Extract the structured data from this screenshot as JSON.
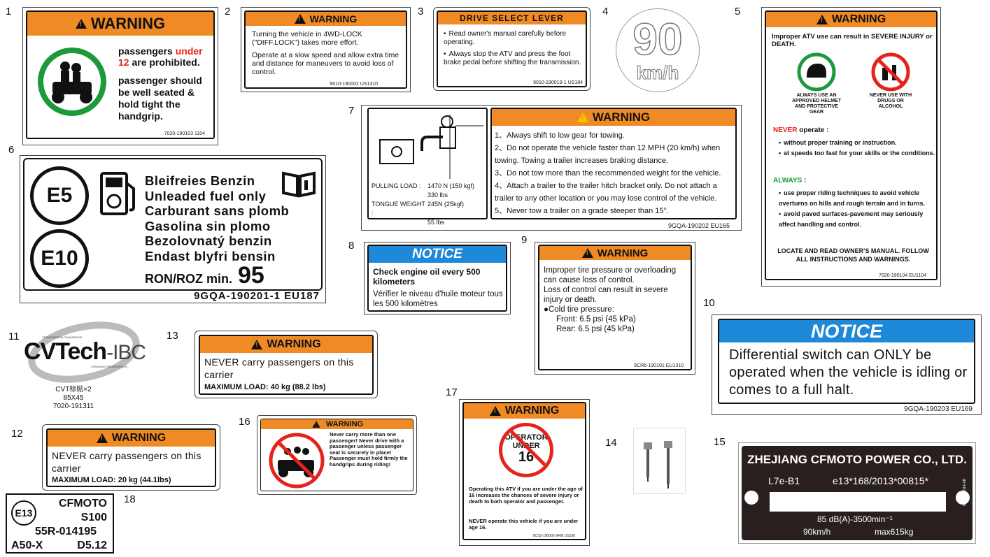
{
  "numbers": [
    "1",
    "2",
    "3",
    "4",
    "5",
    "6",
    "7",
    "8",
    "9",
    "10",
    "11",
    "12",
    "13",
    "14",
    "15",
    "16",
    "17",
    "18"
  ],
  "l1": {
    "header": "WARNING",
    "t1a": "passengers ",
    "t1b": "under",
    "t1c": "12",
    "t1d": " are prohibited.",
    "t2": "passenger should be well seated & hold tight the handgrip.",
    "code": "7020-190103   1104"
  },
  "l2": {
    "header": "WARNING",
    "p1": "Turning the vehicle in 4WD-LOCK (\"DIFF.LOCK\") takes more effort.",
    "p2": "Operate at a slow speed and allow extra time and distance for maneuvers to avoid loss of control.",
    "code": "9010-190002  US1310"
  },
  "l3": {
    "header": "DRIVE SELECT LEVER",
    "b1": "Read owner's manual carefully before operating.",
    "b2": "Always stop the ATV and press the foot brake pedal before shifting the transmission.",
    "code": "9010-190013-1  US184"
  },
  "l4": {
    "speed": "90",
    "unit": "km/h"
  },
  "l5": {
    "header": "WARNING",
    "intro": "Improper ATV use can result in SEVERE INJURY or DEATH.",
    "icon1": "ALWAYS USE AN APPROVED HELMET AND PROTECTIVE GEAR",
    "icon2": "NEVER USE WITH DRUGS OR ALCOHOL",
    "never_word": "NEVER",
    "never_rest": " operate :",
    "never_items": [
      "without proper training or instruction.",
      "at speeds too fast for your skills or the conditions."
    ],
    "always_word": "ALWAYS",
    "always_rest": " :",
    "always_items": [
      "use proper riding techniques to avoid vehicle overturns on hills and rough terrain and in turns.",
      "avoid paved surfaces-pavement may seriously affect handling and control."
    ],
    "footer": "LOCATE AND READ OWNER'S MANUAL. FOLLOW ALL INSTRUCTIONS AND WARNINGS.",
    "code": "7020-190104   EU1104"
  },
  "l6": {
    "e5": "E5",
    "e10": "E10",
    "lines": [
      "Bleifreies Benzin",
      "Unleaded fuel only",
      "Carburant sans plomb",
      "Gasolina sin plomo",
      "Bezolovnatý benzin",
      "Endast blyfri bensin"
    ],
    "ron": "RON/ROZ min.",
    "octane": "95",
    "code": "9GQA-190201-1   EU187"
  },
  "l7": {
    "pull_label": "PULLING LOAD :",
    "pull_val1": "1470 N (150 kgf)",
    "pull_val2": "330 lbs",
    "tongue_label": "TONGUE WEIGHT :",
    "tongue_val1": "245N (25kgf)",
    "tongue_val2": "55 lbs",
    "header": "WARNING",
    "items": [
      "1、Always shift to low gear for towing.",
      "2、Do not operate the vehicle faster than 12 MPH (20 km/h) when towing. Towing a trailer increases braking distance.",
      "3、Do not tow more than the recommended weight for the vehicle.",
      "4、Attach a trailer to the trailer hitch bracket only. Do not attach a trailer to any other location or you may lose control of the vehicle.",
      "5、Never tow a trailer on a grade steeper than 15°."
    ],
    "code": "9GQA-190202   EU165"
  },
  "l8": {
    "header": "NOTICE",
    "en": "Check engine oil every 500 kilometers",
    "fr": "Vérifier le niveau d'huile moteur tous les 500 kilomètres"
  },
  "l9": {
    "header": "WARNING",
    "p1": "Improper tire pressure or overloading can cause loss of control.",
    "p2": "Loss of control can result in severe injury or death.",
    "cold": "●Cold tire pressure:",
    "front": "Front: 6.5 psi (45 kPa)",
    "rear": "Rear: 6.5 psi (45 kPa)",
    "code": "9CR6-190101   EU1310"
  },
  "l10": {
    "header": "NOTICE",
    "text": "Differential switch can ONLY be operated when the vehicle is idling or comes to a full halt.",
    "code": "9GQA-190203   EU169"
  },
  "l11": {
    "small_top": "TRANSMISSION CANADIENNE",
    "logo_a": "CVTech",
    "logo_b": "-IBC",
    "small_bottom": "CANADIAN TRANSMISSION",
    "line1": "CVT标贴×2",
    "line2": "85X45",
    "line3": "7020-191311"
  },
  "l12": {
    "header": "WARNING",
    "text": "NEVER carry passengers on this carrier",
    "load": "MAXIMUM LOAD: 20 kg (44.1lbs)"
  },
  "l13": {
    "header": "WARNING",
    "text": "NEVER carry passengers on this carrier",
    "load": "MAXIMUM LOAD: 40 kg (88.2 lbs)"
  },
  "l15": {
    "title": "ZHEJIANG CFMOTO POWER CO., LTD.",
    "cat": "L7e-B1",
    "approval": "e13*168/2013*00815*",
    "noise": "85 dB(A)-3500min⁻¹",
    "speed": "90km/h",
    "mass": "max615kg",
    "side": "9CR6-190114-XB"
  },
  "l16": {
    "header": "WARNING",
    "text": "Never carry more than one passenger! Never drive with a passenger unless passenger seat is securely in place! Passenger must hold firmly the handgrips during riding!"
  },
  "l17": {
    "header": "WARNING",
    "sign1": "OPERATOR",
    "sign2": "UNDER",
    "sign3": "16",
    "p1": "Operating this ATV if you are under the age of 16 increases the chances of severe injury or death to both operator and passenger.",
    "p2a": "NEVER",
    "p2b": " operate this vehicle if you are under age ",
    "p2c": "16",
    "code": "9CS3-190002-8400   US198"
  },
  "l18": {
    "mark": "E13",
    "brand": "CFMOTO",
    "model": "S100",
    "approval": "55R-014195",
    "code_a": "A50-X",
    "code_b": "D5.12"
  },
  "colors": {
    "warning_orange": "#f08a24",
    "notice_blue": "#1e88d9",
    "red": "#e5231b",
    "green": "#1a9a3a",
    "plate_black": "#2a1f1f"
  }
}
